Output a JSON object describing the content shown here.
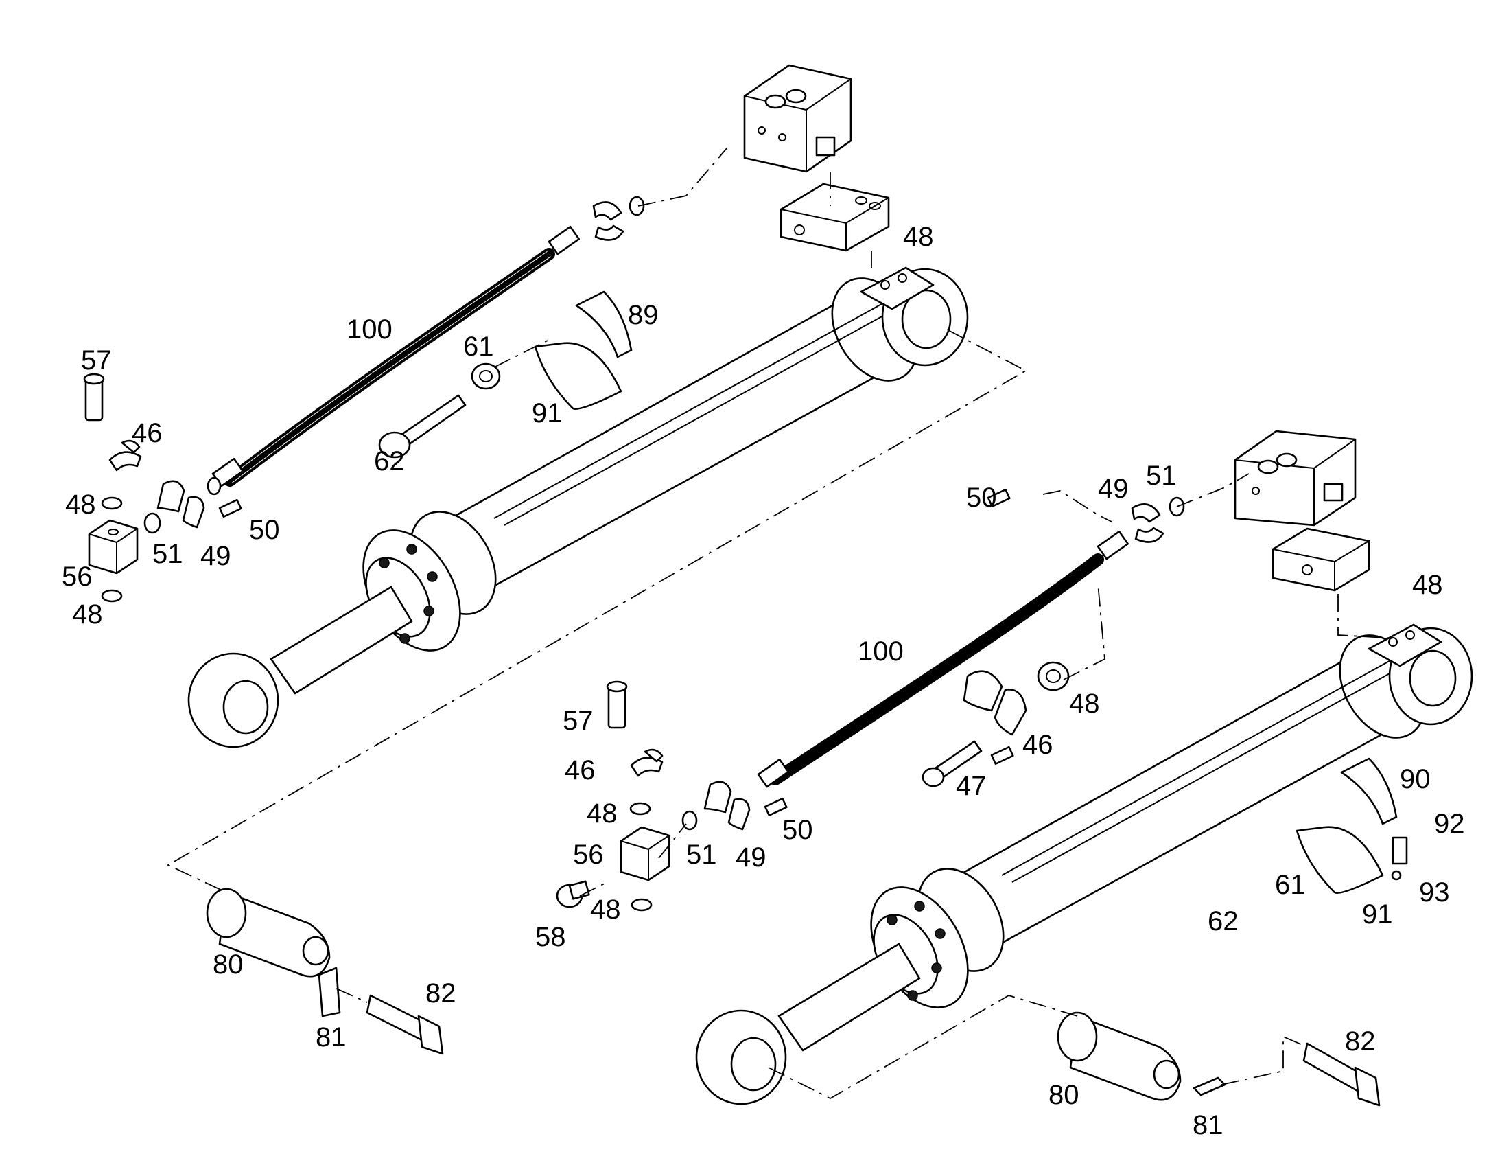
{
  "callouts": {
    "top_assembly": {
      "c100": "100",
      "c57": "57",
      "c46": "46",
      "c48_a": "48",
      "c48_b": "48",
      "c48_c": "48",
      "c56": "56",
      "c51": "51",
      "c49": "49",
      "c50": "50",
      "c61": "61",
      "c62": "62",
      "c89": "89",
      "c91": "91",
      "c80": "80",
      "c81": "81",
      "c82": "82"
    },
    "bottom_assembly": {
      "c50_a": "50",
      "c49_a": "49",
      "c51_a": "51",
      "c48_a": "48",
      "c100": "100",
      "c48_b": "48",
      "c46_a": "46",
      "c47": "47",
      "c57": "57",
      "c46_b": "46",
      "c48_c": "48",
      "c56": "56",
      "c51_b": "51",
      "c49_b": "49",
      "c50_b": "50",
      "c58": "58",
      "c48_d": "48",
      "c90": "90",
      "c92": "92",
      "c61": "61",
      "c93": "93",
      "c62": "62",
      "c91": "91",
      "c80": "80",
      "c81": "81",
      "c82": "82"
    }
  },
  "colors": {
    "line": "#000000",
    "background": "#ffffff"
  }
}
